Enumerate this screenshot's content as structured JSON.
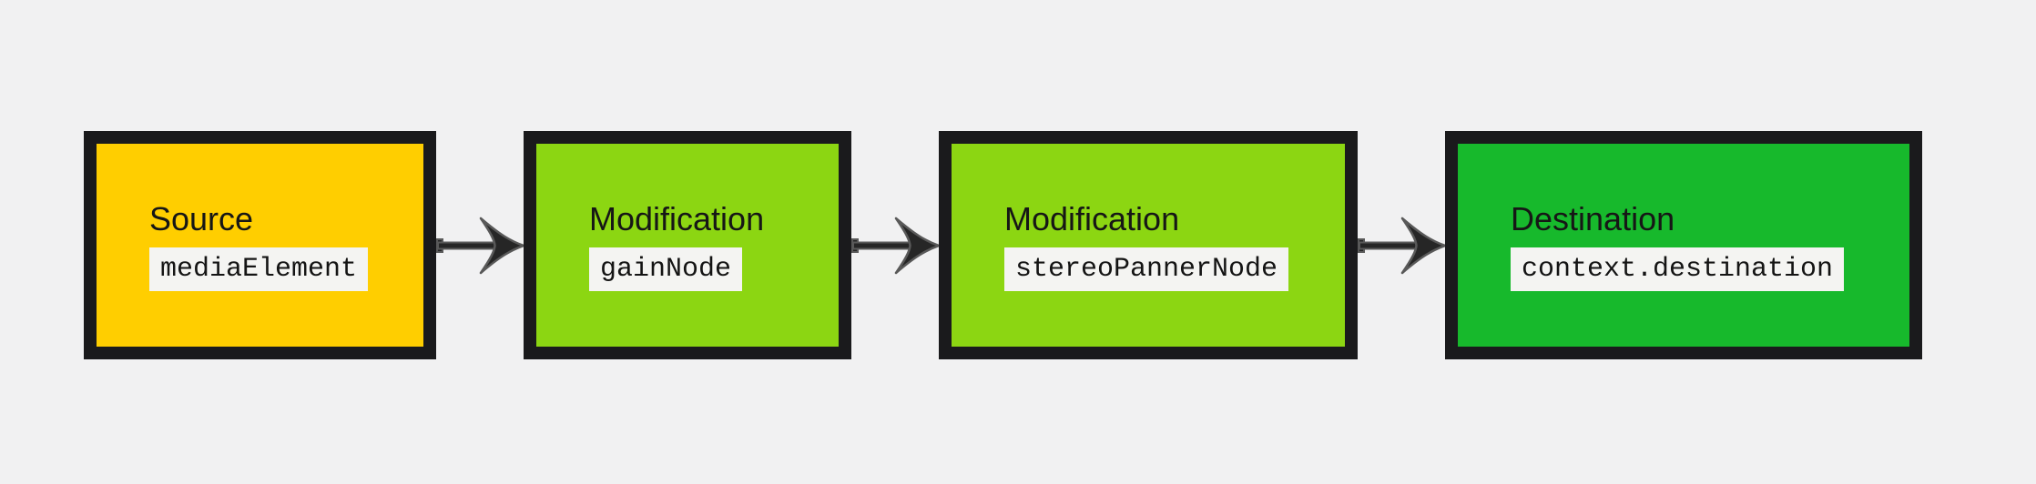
{
  "page": {
    "background": "#f1f1f2"
  },
  "diagram": {
    "description": "Audio processing graph: source node through modification nodes to destination",
    "node_border_color": "#1a1a1c",
    "chip_background": "#f4f4f2",
    "nodes": [
      {
        "role": "source",
        "label": "Source",
        "code": "mediaElement",
        "fill": "#ffce00"
      },
      {
        "role": "modification",
        "label": "Modification",
        "code": "gainNode",
        "fill": "#8cd612"
      },
      {
        "role": "modification",
        "label": "Modification",
        "code": "stereoPannerNode",
        "fill": "#8cd612"
      },
      {
        "role": "destination",
        "label": "Destination",
        "code": "context.destination",
        "fill": "#17b92c"
      }
    ],
    "arrow": {
      "fill": "#262626",
      "stroke": "#595959"
    }
  }
}
